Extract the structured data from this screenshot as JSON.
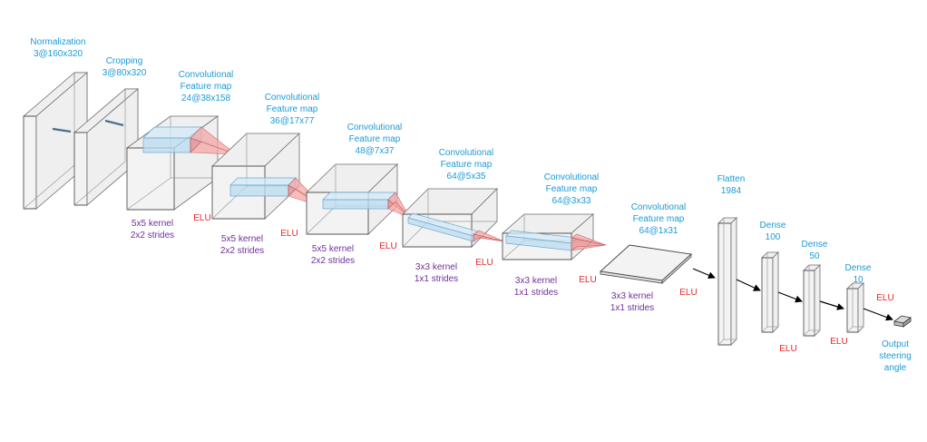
{
  "colors": {
    "layer_label": "#1a9bd7",
    "kernel_label": "#7030a0",
    "activation_label": "#e8262a"
  },
  "layers": [
    {
      "id": "normalization",
      "name": "Normalization",
      "shape": "3@160x320"
    },
    {
      "id": "cropping",
      "name": "Cropping",
      "shape": "3@80x320"
    },
    {
      "id": "conv1",
      "name_line1": "Convolutional",
      "name_line2": "Feature map",
      "shape": "24@38x158"
    },
    {
      "id": "conv2",
      "name_line1": "Convolutional",
      "name_line2": "Feature map",
      "shape": "36@17x77"
    },
    {
      "id": "conv3",
      "name_line1": "Convolutional",
      "name_line2": "Feature map",
      "shape": "48@7x37"
    },
    {
      "id": "conv4",
      "name_line1": "Convolutional",
      "name_line2": "Feature map",
      "shape": "64@5x35"
    },
    {
      "id": "conv5",
      "name_line1": "Convolutional",
      "name_line2": "Feature map",
      "shape": "64@3x33"
    },
    {
      "id": "conv6",
      "name_line1": "Convolutional",
      "name_line2": "Feature map",
      "shape": "64@1x31"
    },
    {
      "id": "flatten",
      "name": "Flatten",
      "shape": "1984"
    },
    {
      "id": "dense1",
      "name": "Dense",
      "shape": "100"
    },
    {
      "id": "dense2",
      "name": "Dense",
      "shape": "50"
    },
    {
      "id": "dense3",
      "name": "Dense",
      "shape": "10"
    }
  ],
  "kernels": [
    {
      "kernel": "5x5 kernel",
      "strides": "2x2 strides"
    },
    {
      "kernel": "5x5 kernel",
      "strides": "2x2 strides"
    },
    {
      "kernel": "5x5 kernel",
      "strides": "2x2 strides"
    },
    {
      "kernel": "3x3 kernel",
      "strides": "1x1 strides"
    },
    {
      "kernel": "3x3 kernel",
      "strides": "1x1 strides"
    },
    {
      "kernel": "3x3 kernel",
      "strides": "1x1 strides"
    }
  ],
  "activation": "ELU",
  "output": {
    "line1": "Output",
    "line2": "steering",
    "line3": "angle"
  }
}
